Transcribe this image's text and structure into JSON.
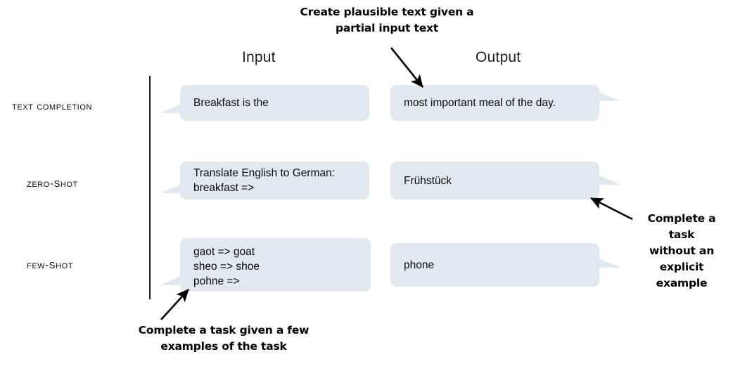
{
  "headers": {
    "input": "Input",
    "output": "Output"
  },
  "rows": [
    {
      "label": "Text completion",
      "label_first": "T",
      "label_rest": "EXT COMPLETION",
      "input_lines": [
        "Breakfast is the"
      ],
      "output_lines": [
        "most important meal of the day."
      ]
    },
    {
      "label": "Zero-Shot",
      "label_first": "Z",
      "label_rest": "ERO-",
      "label_second": "S",
      "label_rest2": "HOT",
      "input_lines": [
        "Translate English to German:",
        "breakfast =>"
      ],
      "output_lines": [
        "Frühstück"
      ]
    },
    {
      "label": "Few-Shot",
      "label_first": "F",
      "label_rest": "EW-",
      "label_second": "S",
      "label_rest2": "HOT",
      "input_lines": [
        "gaot => goat",
        "sheo => shoe",
        "pohne =>"
      ],
      "output_lines": [
        "phone"
      ]
    }
  ],
  "annotations": {
    "top": "Create plausible text given a\npartial input text",
    "right": "Complete a task\nwithout an\nexplicit example",
    "bottom": "Complete a task given a few\nexamples of the task"
  },
  "colors": {
    "bubble_fill": "#dfe9ef",
    "text": "#0a0a0a",
    "divider": "#1b1b1b",
    "arrow": "#000000",
    "background": "#ffffff"
  }
}
